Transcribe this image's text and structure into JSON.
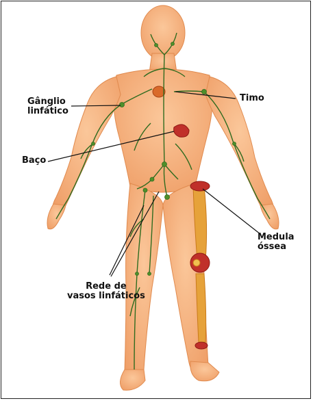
{
  "labels": {
    "ganglio": [
      "Gânglio",
      "linfático"
    ],
    "timo": "Timo",
    "baco": "Baço",
    "medula": [
      "Medula",
      "óssea"
    ],
    "rede": [
      "Rede de",
      "vasos linfáticos"
    ]
  },
  "colors": {
    "skin": "#f6b27f",
    "skin_shade": "#e8945a",
    "lymph": "#2f6b1f",
    "node": "#4f8f2a",
    "organ": "#c0302a",
    "thymus": "#d96a2a",
    "bone": "#e6a23a"
  }
}
